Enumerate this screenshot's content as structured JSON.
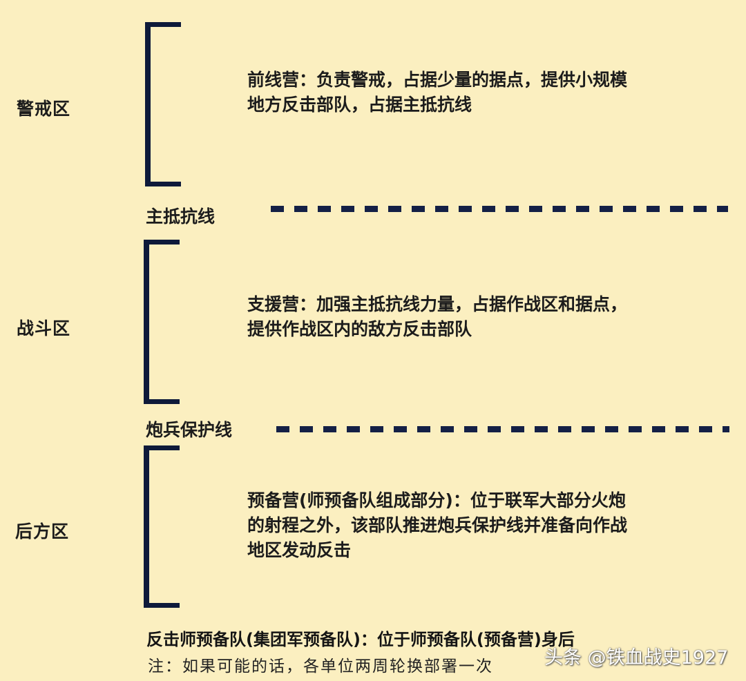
{
  "zones": [
    {
      "label": "警戒区",
      "description": "前线营：负责警戒，占据少量的据点，提供小规模\n地方反击部队，占据主抵抗线"
    },
    {
      "label": "战斗区",
      "description": "支援营：加强主抵抗线力量，占据作战区和据点，\n提供作战区内的敌方反击部队"
    },
    {
      "label": "后方区",
      "description": "预备营(师预备队组成部分)：位于联军大部分火炮\n的射程之外，该部队推进炮兵保护线并准备向作战\n地区发动反击"
    }
  ],
  "lines": [
    {
      "label": "主抵抗线"
    },
    {
      "label": "炮兵保护线"
    }
  ],
  "footer": {
    "main": "反击师预备队(集团军预备队)：位于师预备队(预备营)身后",
    "note": "注：如果可能的话，各单位两周轮换部署一次"
  },
  "watermark": "头条 @铁血战史1927",
  "colors": {
    "background": "#fbefc0",
    "bracket": "#0e1a3a",
    "dash": "#142046"
  }
}
